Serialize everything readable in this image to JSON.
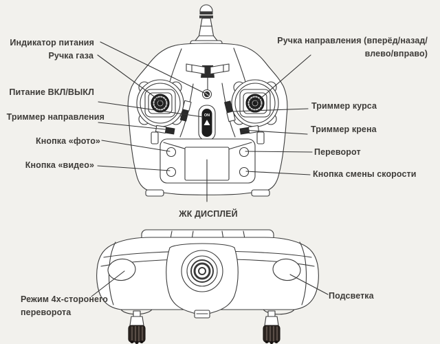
{
  "colors": {
    "background": "#f2f1ed",
    "ink": "#3a3a3a",
    "panel": "#ffffff"
  },
  "top_view": {
    "left_labels": {
      "power_indicator": "Индикатор питания",
      "throttle_stick": "Ручка газа",
      "power_switch": "Питание ВКЛ/ВЫКЛ",
      "direction_trimmer": "Триммер направления",
      "photo_button": "Кнопка «фото»",
      "video_button": "Кнопка «видео»"
    },
    "right_labels": {
      "direction_stick_line1": "Ручка направления (вперёд/назад/",
      "direction_stick_line2": "влево/вправо)",
      "course_trimmer": "Триммер курса",
      "roll_trimmer": "Триммер крена",
      "flip_button": "Переворот",
      "speed_button": "Кнопка смены скорости"
    },
    "bottom_label": {
      "lcd_display": "ЖК ДИСПЛЕЙ"
    },
    "switch_text": "ON"
  },
  "bottom_view": {
    "flip_mode_line1": "Режим 4х-сторонего",
    "flip_mode_line2": "переворота",
    "backlight": "Подсветка"
  }
}
